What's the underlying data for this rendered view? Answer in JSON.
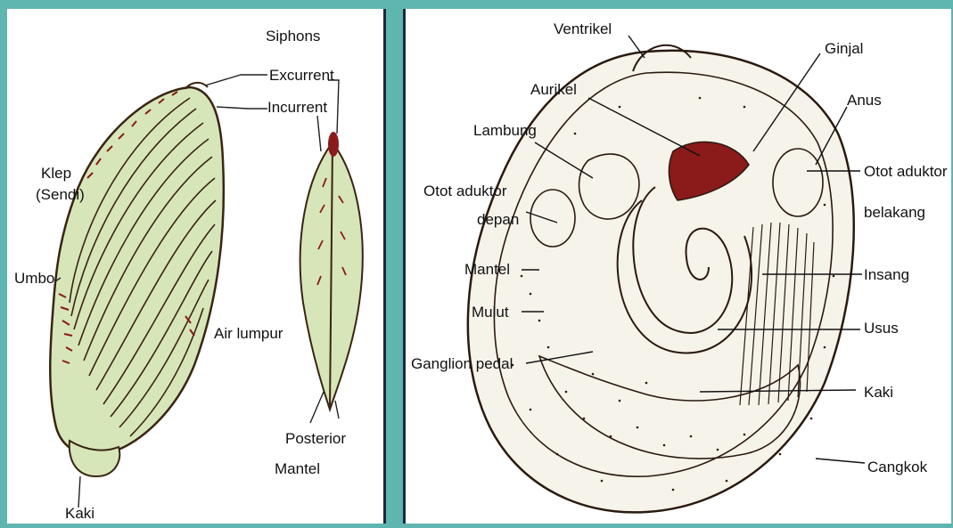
{
  "left_diagram": {
    "labels": {
      "siphons": "Siphons",
      "excurrent": "Excurrent",
      "incurrent": "Incurrent",
      "klep_line1": "Klep",
      "klep_line2": "(Sendi)",
      "umbo": "Umbo",
      "air_lumpur": "Air lumpur",
      "mantel": "Mantel",
      "posterior": "Posterior",
      "kaki": "Kaki"
    }
  },
  "right_diagram": {
    "labels": {
      "ventrikel": "Ventrikel",
      "ginjal": "Ginjal",
      "aurikel": "Aurikel",
      "anus": "Anus",
      "lambung": "Lambung",
      "otot_aduktor_belakang_line1": "Otot aduktor",
      "otot_aduktor_belakang_line2": "belakang",
      "otot_aduktor_depan_line1": "Otot aduktor",
      "otot_aduktor_depan_line2": "depan",
      "mantel": "Mantel",
      "insang": "Insang",
      "mulut": "Mulut",
      "usus": "Usus",
      "ganglion_pedal": "Ganglion pedal",
      "kaki": "Kaki",
      "cangkok": "Cangkok"
    }
  },
  "colors": {
    "shell_fill": "#d7e6b9",
    "outline": "#3a2414",
    "accent_red": "#8b1a1a",
    "frame": "#5fb5b0"
  }
}
